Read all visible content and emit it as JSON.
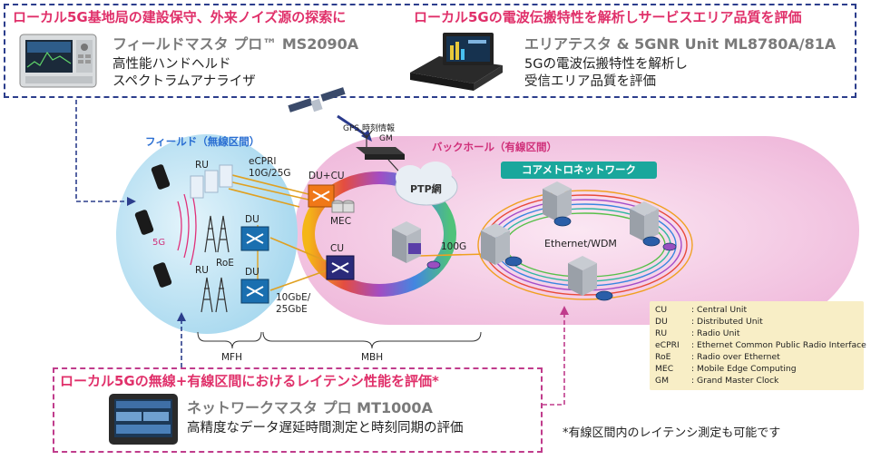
{
  "products": {
    "field_master": {
      "headline": "ローカル5G基地局の建設保守、外来ノイズ源の探索に",
      "name": "フィールドマスタ プロ™ MS2090A",
      "desc_line1": "高性能ハンドヘルド",
      "desc_line2": "スペクトラムアナライザ"
    },
    "area_tester": {
      "headline": "ローカル5Gの電波伝搬特性を解析しサービスエリア品質を評価",
      "name": "エリアテスタ & 5GNR Unit ML8780A/81A",
      "desc_line1": "5Gの電波伝搬特性を解析し",
      "desc_line2": "受信エリア品質を評価"
    },
    "network_master": {
      "headline": "ローカル5Gの無線+有線区間におけるレイテンシ性能を評価*",
      "name": "ネットワークマスタ プロ MT1000A",
      "desc_line1": "高精度なデータ遅延時間測定と時刻同期の評価"
    }
  },
  "diagram": {
    "gps_label": "GPS 時刻情報",
    "gm_label": "GM",
    "field_title": "フィールド（無線区間）",
    "backhaul_title": "バックホール（有線区間）",
    "core_title": "コアメトロネットワーク",
    "label_5g": "5G",
    "ru_top": "RU",
    "ru_bottom": "RU",
    "roe": "RoE",
    "cpri_line1": "eCPRI",
    "cpri_line2": "10G/25G",
    "du_cu": "DU+CU",
    "mec": "MEC",
    "ptp": "PTP網",
    "du_top": "DU",
    "du_bottom": "DU",
    "cu": "CU",
    "link_100g": "100G",
    "ethernet_wdm": "Ethernet/WDM",
    "gbe_line1": "10GbE/",
    "gbe_line2": "25GbE",
    "mfh": "MFH",
    "mbh": "MBH"
  },
  "legend": [
    {
      "abbr": "CU",
      "desc": ": Central Unit"
    },
    {
      "abbr": "DU",
      "desc": ": Distributed Unit"
    },
    {
      "abbr": "RU",
      "desc": ": Radio Unit"
    },
    {
      "abbr": "eCPRI",
      "desc": ": Ethernet Common Public Radio Interface"
    },
    {
      "abbr": "RoE",
      "desc": ": Radio over Ethernet"
    },
    {
      "abbr": "MEC",
      "desc": ": Mobile Edge Computing"
    },
    {
      "abbr": "GM",
      "desc": ": Grand Master Clock"
    }
  ],
  "footnote": "*有線区間内のレイテンシ測定も可能です",
  "colors": {
    "top_border": "#2c3e8c",
    "bottom_border": "#c03c8c",
    "headline": "#e0306a",
    "field_bg": "#bfe3f3",
    "backhaul_bg": "#f3c6e3",
    "core_title_bg": "#1aa79c",
    "legend_bg": "#f8eec6"
  }
}
